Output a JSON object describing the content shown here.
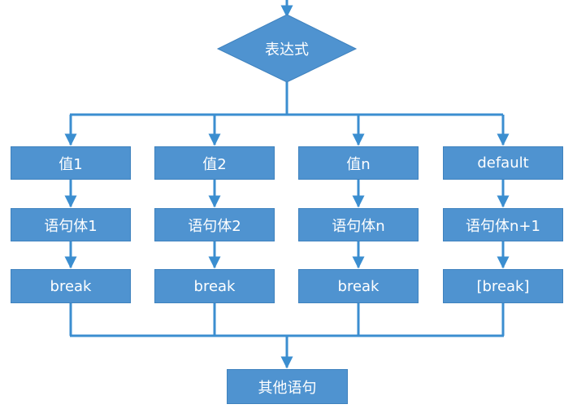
{
  "decision": {
    "label": "表达式"
  },
  "branches": [
    {
      "case": "值1",
      "body": "语句体1",
      "exit": "break"
    },
    {
      "case": "值2",
      "body": "语句体2",
      "exit": "break"
    },
    {
      "case": "值n",
      "body": "语句体n",
      "exit": "break"
    },
    {
      "case": "default",
      "body": "语句体n+1",
      "exit": "[break]"
    }
  ],
  "merge": {
    "label": "其他语句"
  },
  "colors": {
    "box_fill": "#4f93d0",
    "connector": "#3b8ed0",
    "text": "#ffffff"
  }
}
